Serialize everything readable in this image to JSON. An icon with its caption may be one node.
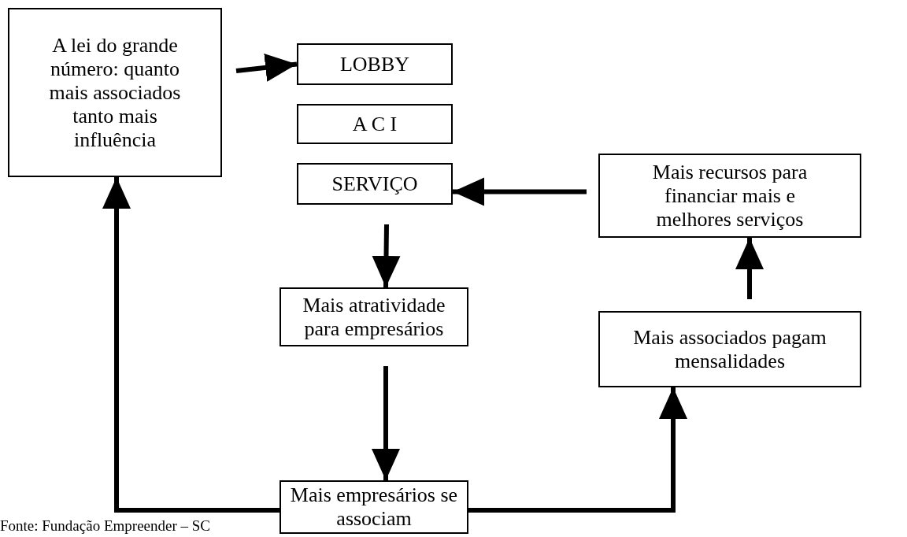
{
  "diagram": {
    "caption": "Fonte: Fundação Empreender – SC",
    "nodes": [
      {
        "text": [
          "A lei do grande número: quanto mais associados tanto mais influência"
        ]
      },
      {
        "text": [
          "LOBBY"
        ]
      },
      {
        "text": [
          "A C I"
        ]
      },
      {
        "text": [
          "SERVIÇO"
        ]
      },
      {
        "text": [
          "Mais recursos para financiar mais e melhores serviços"
        ]
      },
      {
        "text": [
          "Mais atratividade para empresários"
        ]
      },
      {
        "text": [
          "Mais associados pagam mensalidades"
        ]
      },
      {
        "text": [
          "Mais empresários se associam"
        ]
      }
    ],
    "edges": [
      {
        "from": 0,
        "to": 1,
        "arrow": "to"
      },
      {
        "from": 4,
        "to": 3,
        "arrow": "to"
      },
      {
        "from": 3,
        "to": 5,
        "arrow": "to"
      },
      {
        "from": 5,
        "to": 7,
        "arrow": "to"
      },
      {
        "from": 7,
        "to": 0,
        "arrow": "to"
      },
      {
        "from": 7,
        "to": 6,
        "arrow": "to"
      },
      {
        "from": 6,
        "to": 4,
        "arrow": "to"
      }
    ]
  }
}
